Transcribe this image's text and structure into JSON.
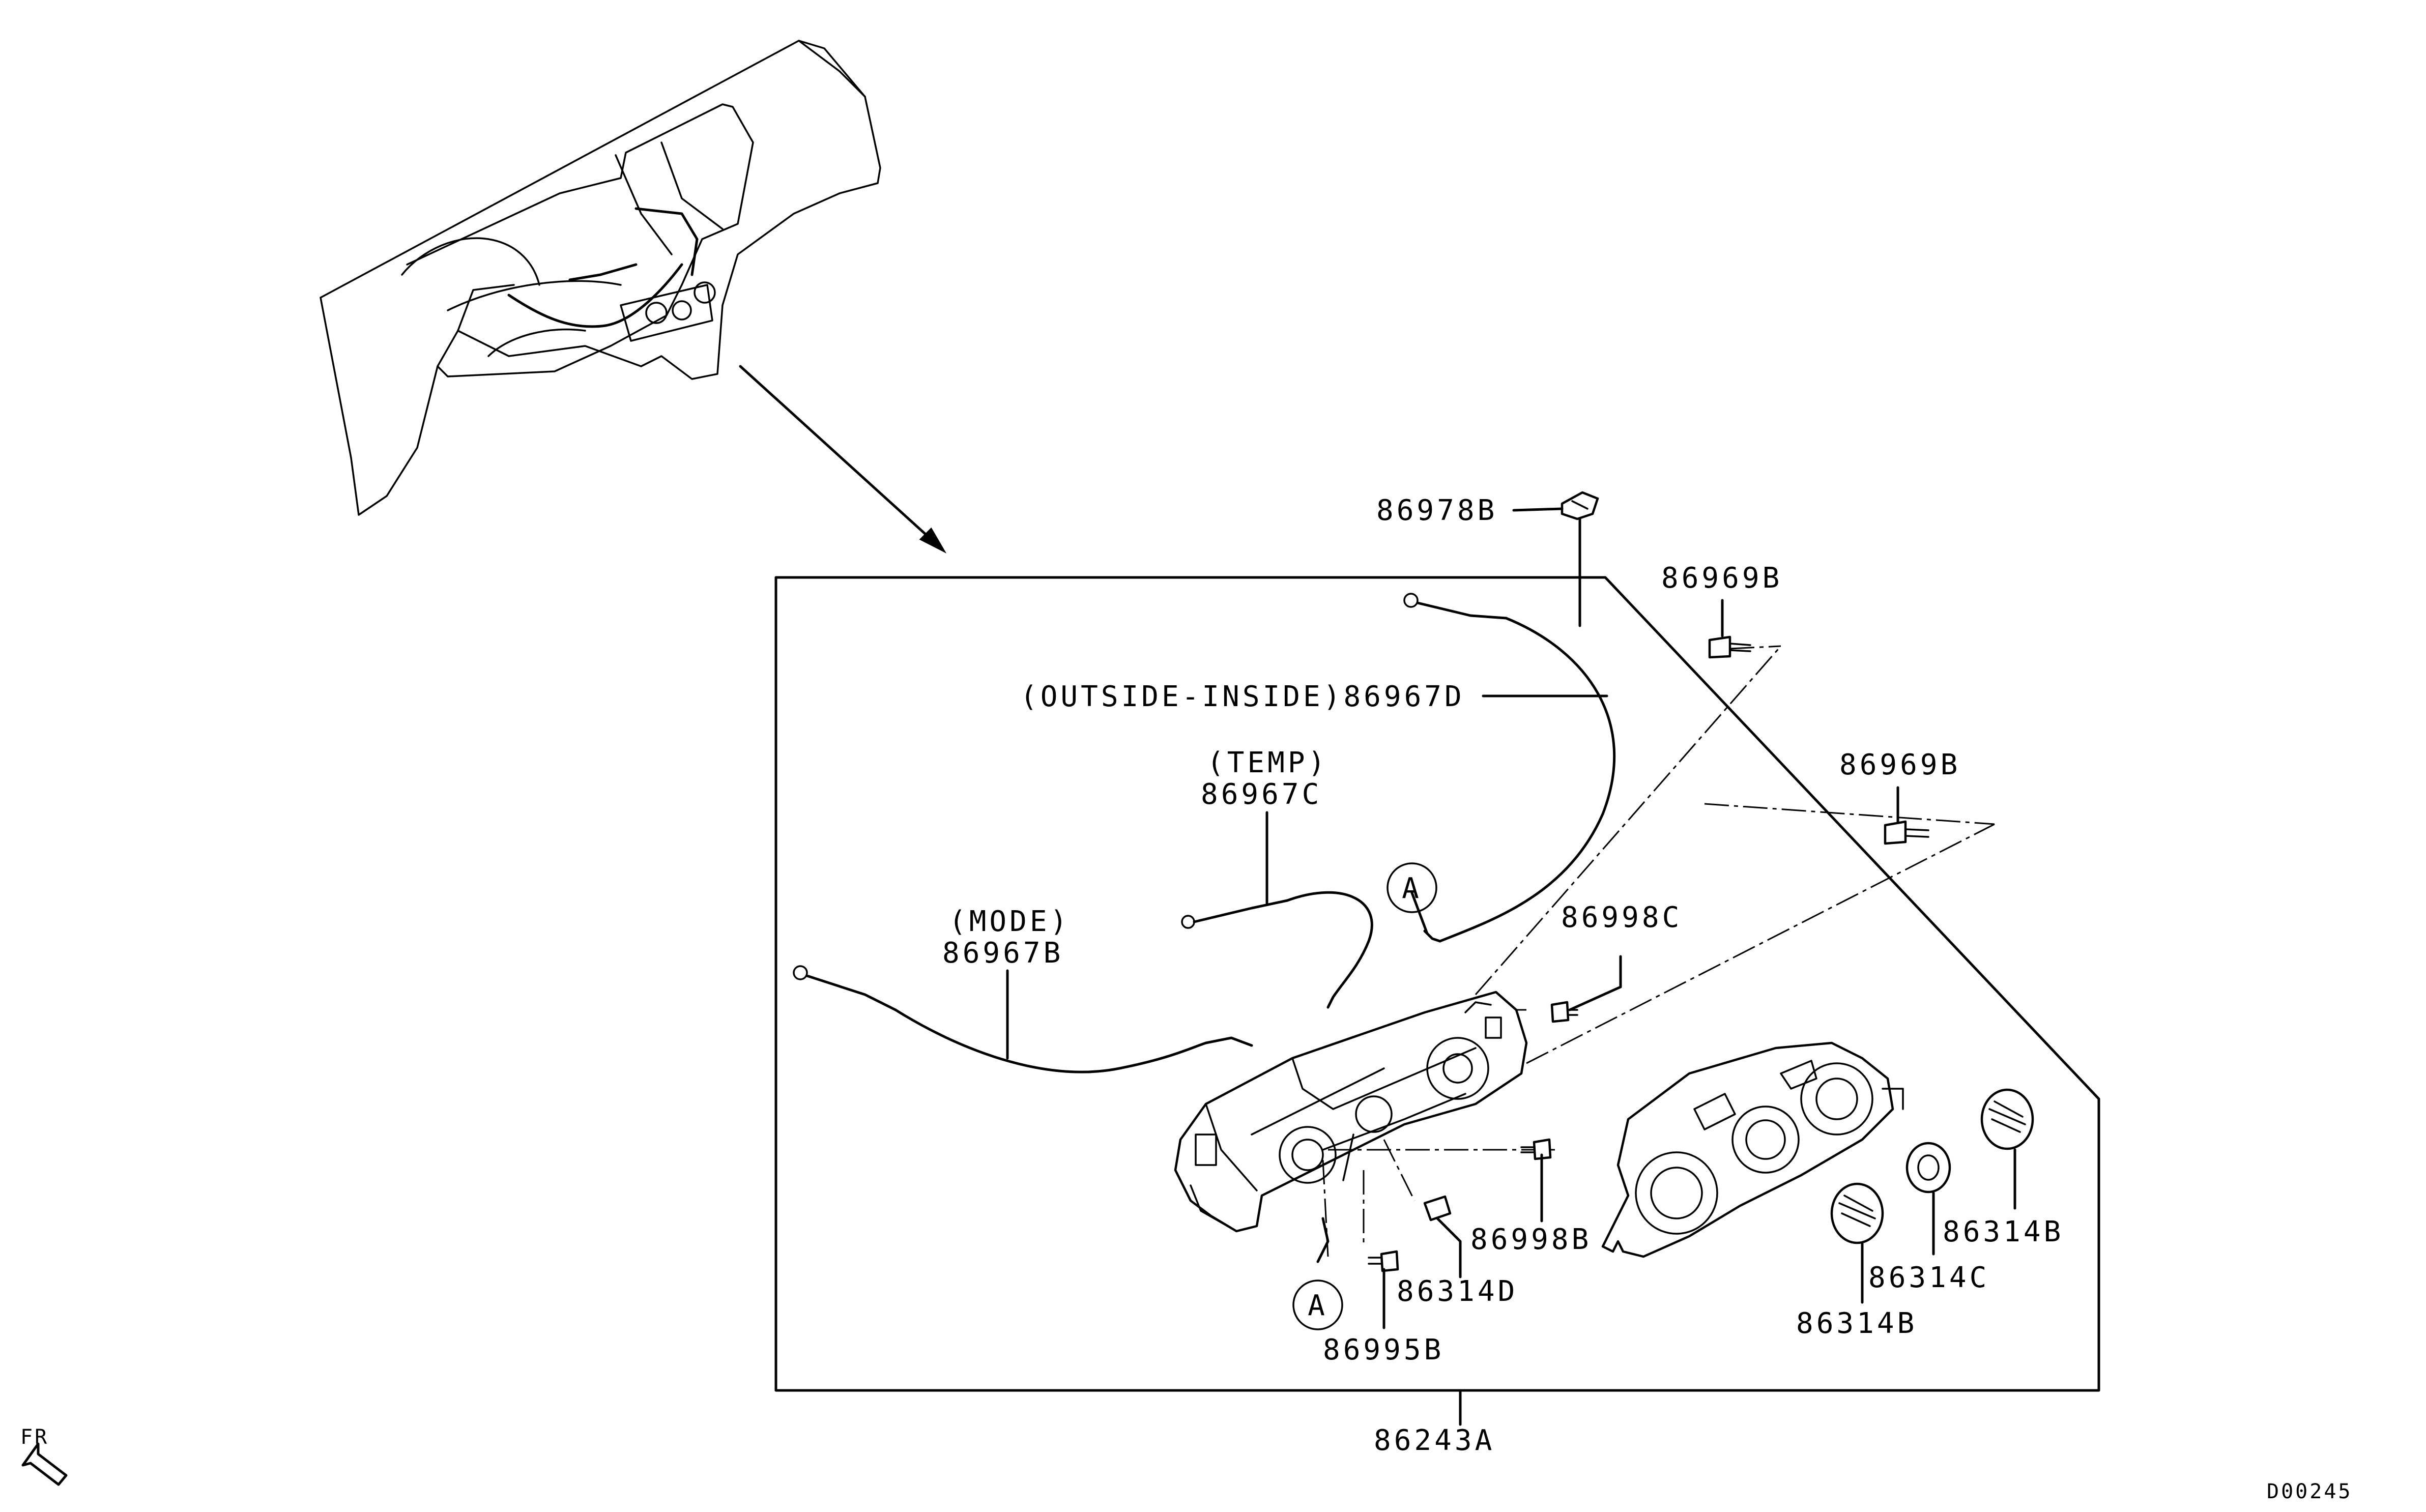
{
  "labels": {
    "p86978B": "86978B",
    "p86969B_top": "86969B",
    "p86969B_mid": "86969B",
    "outside_inside": "(OUTSIDE-INSIDE)86967D",
    "temp_word": "(TEMP)",
    "p86967C": "86967C",
    "mode_word": "(MODE)",
    "p86967B": "86967B",
    "p86998C": "86998C",
    "p86998B": "86998B",
    "p86314D": "86314D",
    "p86995B": "86995B",
    "p86314B_right": "86314B",
    "p86314C": "86314C",
    "p86314B_left": "86314B",
    "p86243A": "86243A",
    "callout_a_top": "A",
    "callout_a_bottom": "A",
    "front_marker": "FR",
    "drawing_code": "D00245"
  },
  "icons": {
    "front_direction": "front-arrow-icon",
    "detail_arrow": "detail-pointer-arrow-icon"
  },
  "colors": {
    "ink": "#000000",
    "paper": "#ffffff"
  }
}
